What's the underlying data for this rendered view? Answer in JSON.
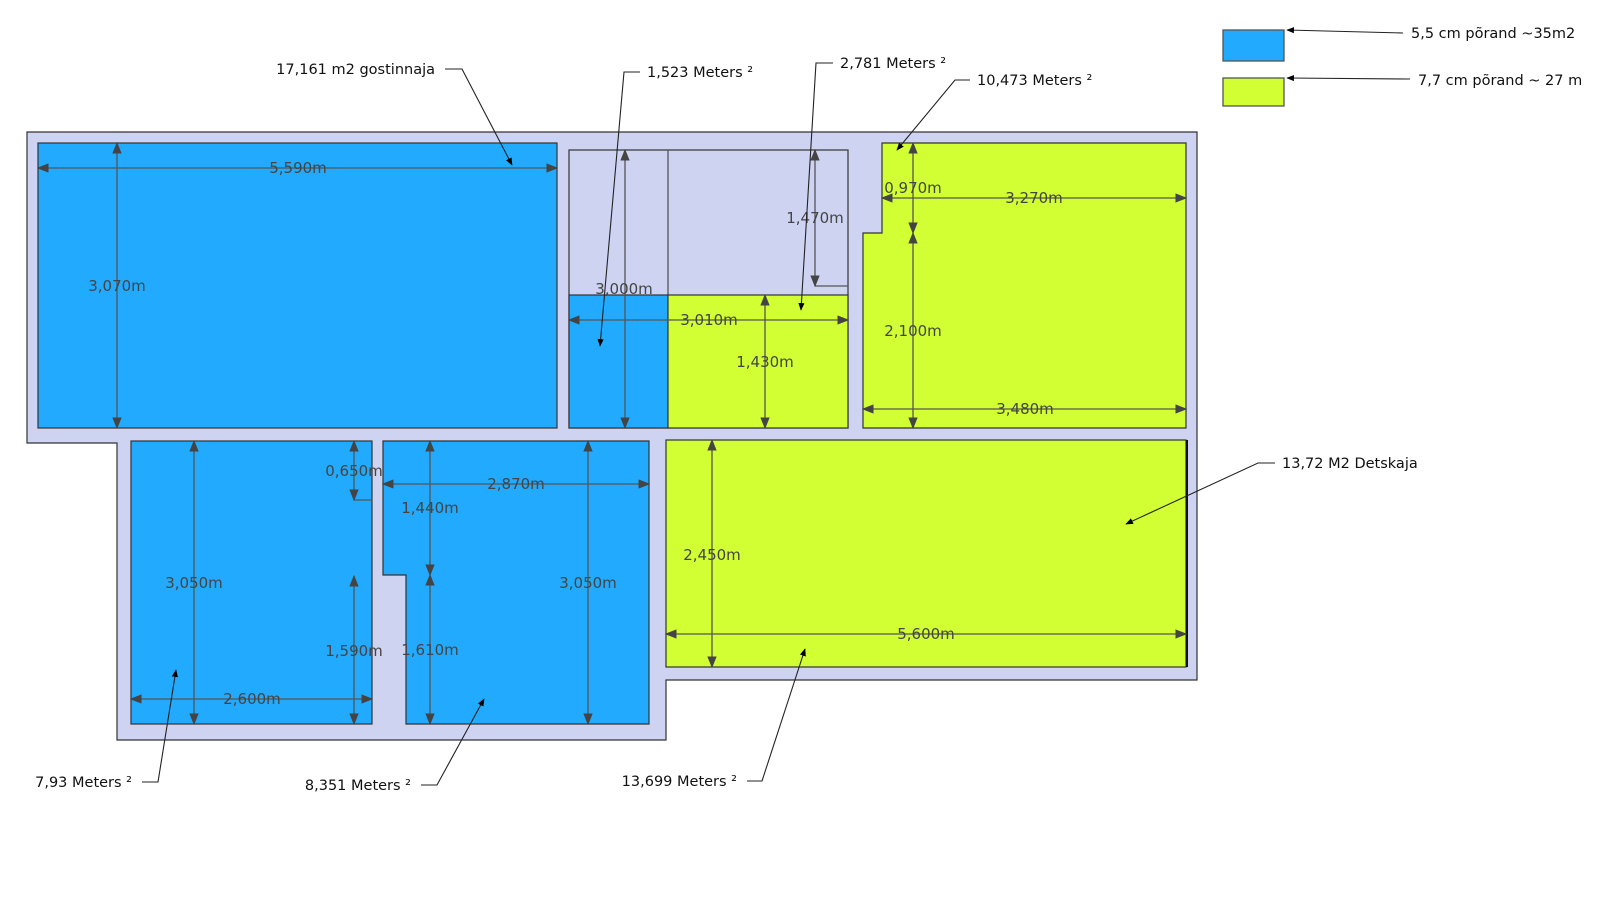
{
  "colors": {
    "background": "#cfd3f2",
    "blue_floor": "#22aaff",
    "lime_floor": "#d2ff34",
    "dimension": "#555555"
  },
  "legend": [
    {
      "label": "5,5 cm põrand  ~35m2",
      "color": "#22aaff"
    },
    {
      "label": "7,7 cm põrand ~ 27 m",
      "color": "#d2ff34"
    }
  ],
  "callouts": [
    "17,161 m2 gostinnaja",
    "1,523 Meters ²",
    "2,781 Meters ²",
    "10,473 Meters ²",
    "13,72 M2 Detskaja",
    "7,93 Meters ²",
    "8,351 Meters ²",
    "13,699 Meters ²"
  ],
  "dimensions": [
    "5,590m",
    "3,070m",
    "3,000m",
    "1,470m",
    "3,010m",
    "1,430m",
    "0,970m",
    "3,270m",
    "2,100m",
    "3,480m",
    "0,650m",
    "3,050m",
    "1,590m",
    "2,600m",
    "2,870m",
    "1,440m",
    "1,610m",
    "3,050m",
    "2,450m",
    "5,600m"
  ]
}
